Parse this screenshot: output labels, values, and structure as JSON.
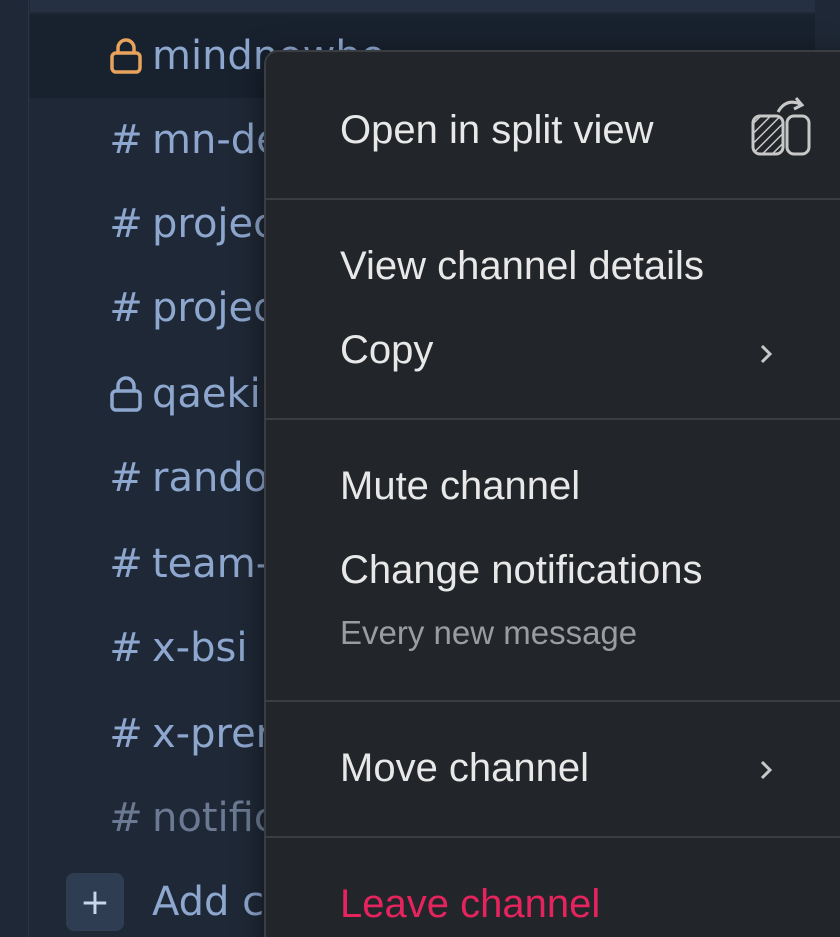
{
  "sidebar": {
    "channels": [
      {
        "icon": "lock-icon",
        "name": "mindnowbo",
        "selected": true
      },
      {
        "icon": "hash-icon",
        "name": "mn-de"
      },
      {
        "icon": "hash-icon",
        "name": "projec"
      },
      {
        "icon": "hash-icon",
        "name": "projec"
      },
      {
        "icon": "lock-icon",
        "name": "qaekip"
      },
      {
        "icon": "hash-icon",
        "name": "rando"
      },
      {
        "icon": "hash-icon",
        "name": "team-"
      },
      {
        "icon": "hash-icon",
        "name": "x-bsi"
      },
      {
        "icon": "hash-icon",
        "name": "x-prer"
      },
      {
        "icon": "hash-icon",
        "name": "notific",
        "muted": true
      }
    ],
    "add_label": "Add c",
    "add_symbol": "+",
    "hash_symbol": "#"
  },
  "menu": {
    "open_split": "Open in split view",
    "view_details": "View channel details",
    "copy": "Copy",
    "mute": "Mute channel",
    "change_notifications": "Change notifications",
    "notifications_value": "Every new message",
    "move": "Move channel",
    "leave": "Leave channel"
  },
  "colors": {
    "sidebar_bg": "#1f2836",
    "channel_text": "#8ea7cf",
    "menu_bg": "#222529",
    "danger": "#e5245e",
    "lock_accent": "#e8a25c"
  }
}
